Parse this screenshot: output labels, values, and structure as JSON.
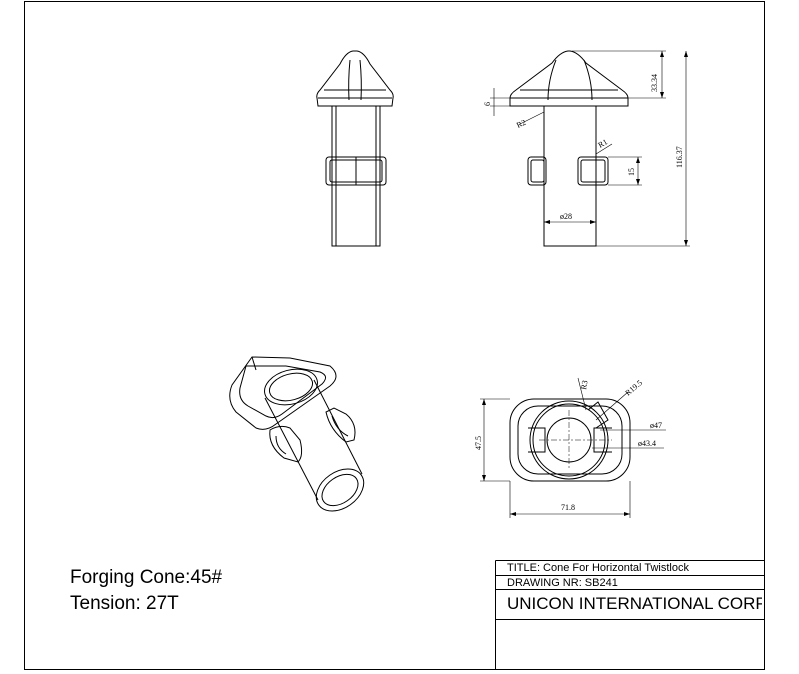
{
  "notes": {
    "line1": "Forging Cone:45#",
    "line2": "Tension: 27T"
  },
  "title_block": {
    "title": "TITLE:  Cone For Horizontal Twistlock",
    "drawing_nr": "DRAWING NR:  SB241",
    "company": "UNICON INTERNATIONAL CORP"
  },
  "dimensions": {
    "side_view": {
      "height_top": "33.34",
      "flange": "6",
      "radius_base": "R2",
      "radius_lug": "R1",
      "lug_height": "15",
      "total_height": "116.37",
      "shaft_dia": "ø28"
    },
    "bottom_view": {
      "radius_small": "R3",
      "radius_large": "R19.5",
      "dia_outer": "ø47",
      "dia_inner": "ø43.4",
      "width": "47.5",
      "length": "71.8"
    }
  }
}
